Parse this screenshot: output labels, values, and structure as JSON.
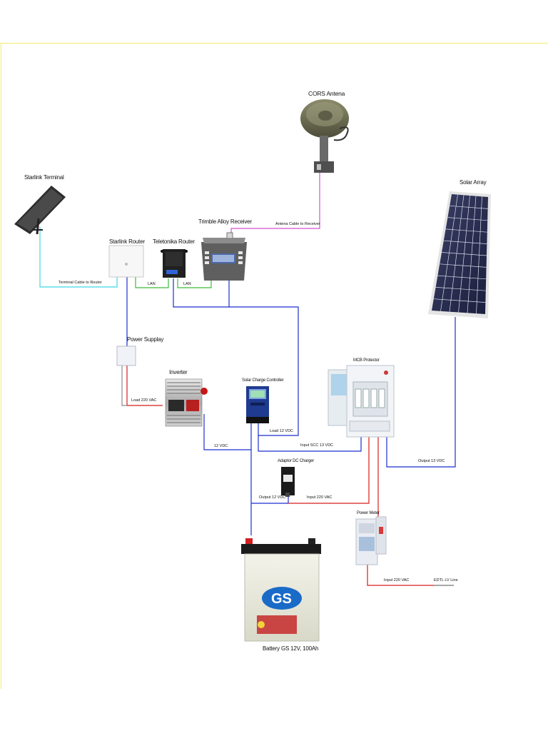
{
  "components": {
    "cors_antenna": "CORS Antena",
    "starlink_terminal": "Starlink Terminal",
    "solar_array": "Solar Array",
    "trimble_receiver": "Trimble Alloy Receiver",
    "starlink_router": "Starlink Router",
    "teltonika_router": "Teletonika Router",
    "power_supply": "Power Supplay",
    "inverter": "Inverter",
    "solar_charge_controller": "Solar Charge Controller",
    "mcb_protector": "MCB Protector",
    "adaptor_dc_charger": "Adaptor DC Charger",
    "power_meter": "Power Meter",
    "battery": "Battery GS 12V, 100Ah"
  },
  "wires": {
    "antena_cable": "Antena Cable to Receiver",
    "terminal_cable": "Terminal Cable to Router",
    "lan_1": "LAN",
    "lan_2": "LAN",
    "load_220": "Load 220 VAC",
    "dc_12": "12 VDC",
    "load_12": "Load 12 VDC",
    "input_scc": "Input SCC 13 VDC",
    "output_13": "Output 13 VDC",
    "output_12": "Output 12 VDC",
    "input_220_a": "Input 220 VAC",
    "input_220_b": "Input 220 VAC",
    "edtl": "EDTL LV Line"
  },
  "colors": {
    "frame": "#f2ee6a",
    "wire_blue": "#1a2fcf",
    "wire_red": "#d81c1c",
    "wire_green": "#3dbb3d",
    "wire_cyan": "#3fd6e8",
    "wire_magenta": "#d64fd8",
    "wire_gray": "#8a8a8a"
  }
}
